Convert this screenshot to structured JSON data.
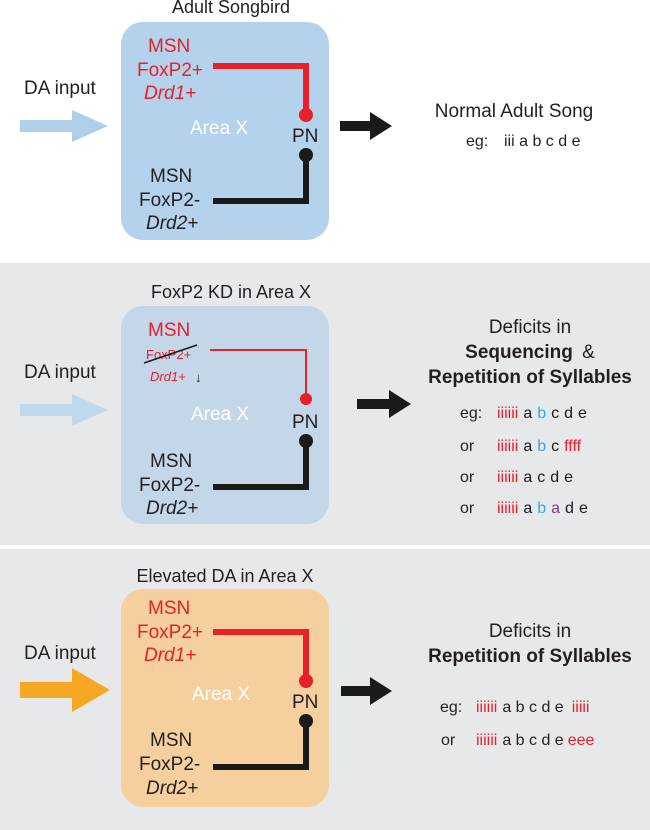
{
  "colors": {
    "red": "#e8202a",
    "blue": "#36a9e1",
    "purple": "#7b3f98",
    "black": "#1a1a1a",
    "box_blue": "#b4d2eb",
    "box_blue_faded": "#c3d7e9",
    "box_orange": "#f6cf9f",
    "panel_gray": "#e7e8e9",
    "arrow_blue": "#aecfe8",
    "arrow_blue_faded": "#c0d8ec",
    "arrow_orange": "#f7a823"
  },
  "panels": [
    {
      "title": "Adult Songbird",
      "da_label": "DA input",
      "msn_top": "MSN",
      "foxp2_top": "FoxP2+",
      "drd1": "Drd1+",
      "area": "Area X",
      "pn": "PN",
      "msn_bottom": "MSN",
      "foxp2_bottom": "FoxP2-",
      "drd2": "Drd2+",
      "outcome_line1": "Normal Adult Song",
      "eg_label": "eg:",
      "eg_text": "iii a b c d e"
    },
    {
      "title": "FoxP2 KD in Area X",
      "da_label": "DA input",
      "msn_top": "MSN",
      "foxp2_top": "FoxP2+",
      "drd1": "Drd1+",
      "drd1_arrow": "↓",
      "area": "Area X",
      "pn": "PN",
      "msn_bottom": "MSN",
      "foxp2_bottom": "FoxP2-",
      "drd2": "Drd2+",
      "outcome_line1": "Deficits in",
      "outcome_line2": "Sequencing",
      "outcome_amp": "&",
      "outcome_line3": "Repetition of Syllables",
      "examples": [
        {
          "prefix": "eg:",
          "iii": "iiiiii",
          "rest": [
            {
              "t": "a",
              "c": "black"
            },
            {
              "t": "b",
              "c": "blue"
            },
            {
              "t": "c",
              "c": "black"
            },
            {
              "t": "d",
              "c": "black"
            },
            {
              "t": "e",
              "c": "black"
            }
          ]
        },
        {
          "prefix": "or",
          "iii": "iiiiii",
          "rest": [
            {
              "t": "a",
              "c": "black"
            },
            {
              "t": "b",
              "c": "blue"
            },
            {
              "t": "c",
              "c": "black"
            },
            {
              "t": "ffff",
              "c": "red"
            }
          ]
        },
        {
          "prefix": "or",
          "iii": "iiiiii",
          "rest": [
            {
              "t": "a",
              "c": "black"
            },
            {
              "t": "c",
              "c": "black"
            },
            {
              "t": "d",
              "c": "black"
            },
            {
              "t": "e",
              "c": "black"
            }
          ]
        },
        {
          "prefix": "or",
          "iii": "iiiiii",
          "rest": [
            {
              "t": "a",
              "c": "black"
            },
            {
              "t": "b",
              "c": "blue"
            },
            {
              "t": "a",
              "c": "purple"
            },
            {
              "t": "d",
              "c": "black"
            },
            {
              "t": "e",
              "c": "black"
            }
          ]
        }
      ]
    },
    {
      "title": "Elevated DA in Area X",
      "da_label": "DA input",
      "msn_top": "MSN",
      "foxp2_top": "FoxP2+",
      "drd1": "Drd1+",
      "area": "Area X",
      "pn": "PN",
      "msn_bottom": "MSN",
      "foxp2_bottom": "FoxP2-",
      "drd2": "Drd2+",
      "outcome_line1": "Deficits in",
      "outcome_line2": "Repetition of Syllables",
      "examples": [
        {
          "prefix": "eg:",
          "iii": "iiiiii",
          "mid": "a b c d e",
          "tail": "iiiii"
        },
        {
          "prefix": "or",
          "iii": "iiiiii",
          "mid": "a b c d e",
          "tail": "eee"
        }
      ]
    }
  ]
}
